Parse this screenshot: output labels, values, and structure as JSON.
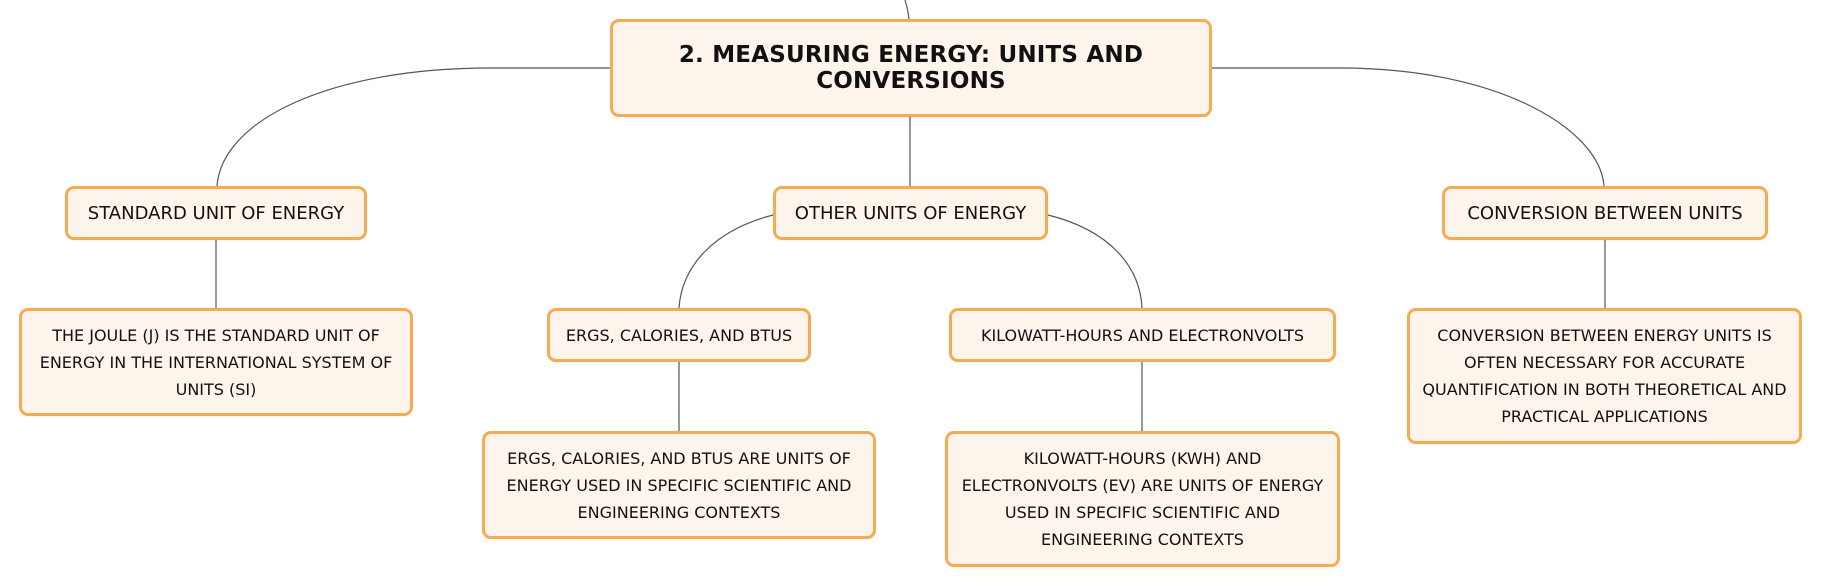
{
  "root": {
    "label": "2. MEASURING ENERGY: UNITS AND CONVERSIONS"
  },
  "branches": {
    "standard": {
      "label": "STANDARD UNIT OF ENERGY",
      "detail": "THE JOULE (J) IS THE STANDARD UNIT OF ENERGY IN THE INTERNATIONAL SYSTEM OF UNITS (SI)"
    },
    "other": {
      "label": "OTHER UNITS OF ENERGY",
      "ergs": {
        "label": "ERGS, CALORIES, AND BTUS",
        "detail": "ERGS, CALORIES, AND BTUS ARE UNITS OF ENERGY USED IN SPECIFIC SCIENTIFIC AND ENGINEERING CONTEXTS"
      },
      "kwh": {
        "label": "KILOWATT-HOURS AND ELECTRONVOLTS",
        "detail": "KILOWATT-HOURS (KWH) AND ELECTRONVOLTS (EV) ARE UNITS OF ENERGY USED IN SPECIFIC SCIENTIFIC AND ENGINEERING CONTEXTS"
      }
    },
    "conversion": {
      "label": "CONVERSION BETWEEN UNITS",
      "detail": "CONVERSION BETWEEN ENERGY UNITS IS OFTEN NECESSARY FOR ACCURATE QUANTIFICATION IN BOTH THEORETICAL AND PRACTICAL APPLICATIONS"
    }
  },
  "colors": {
    "node_border": "#f3ab54",
    "node_fill": "#fdf4ec",
    "connector": "#555555",
    "text": "#111111"
  }
}
